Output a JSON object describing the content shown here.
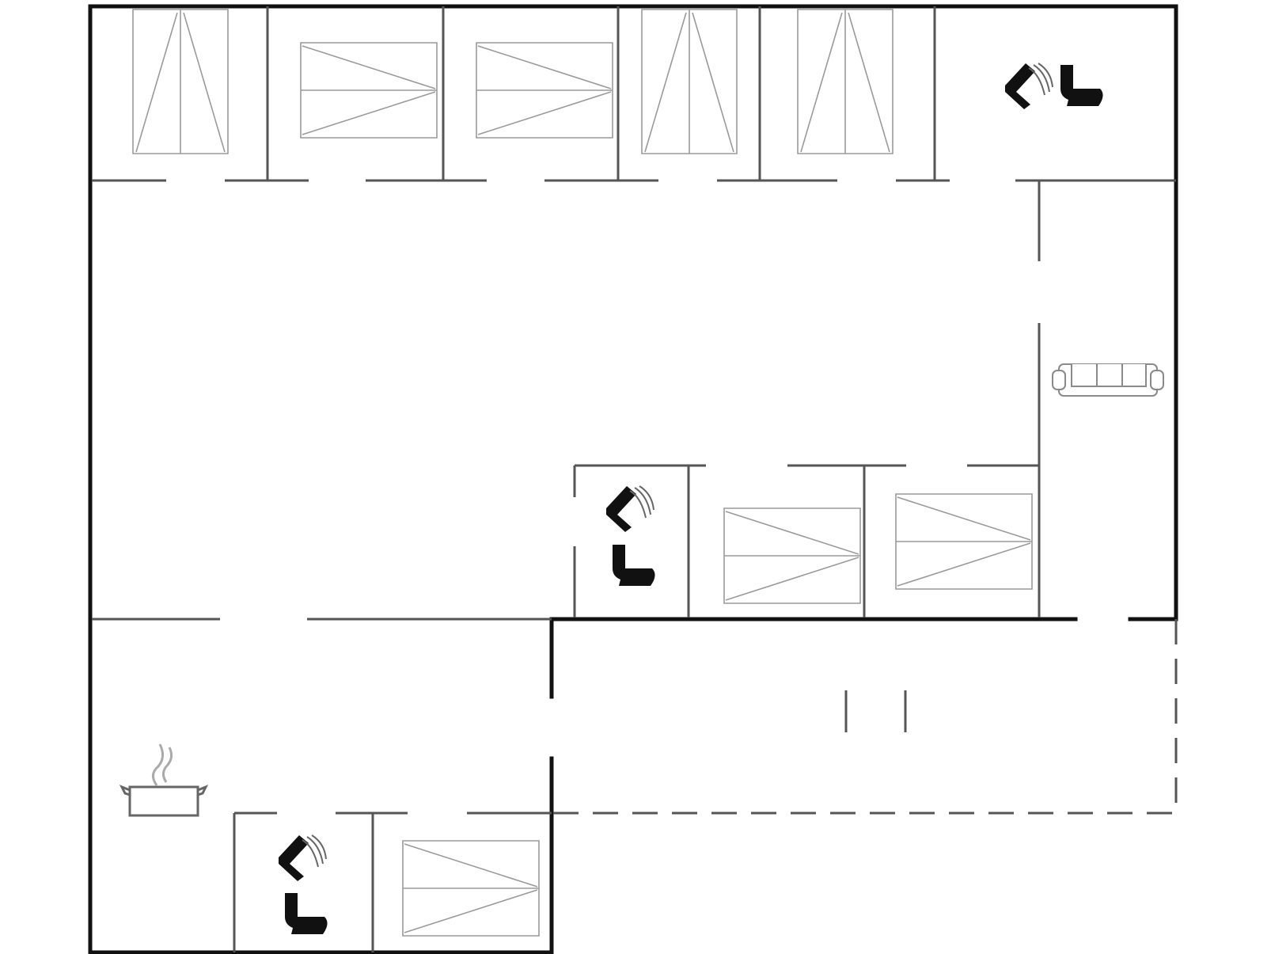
{
  "plan": {
    "rooms": [
      {
        "id": "bedroom-1",
        "fixtures": [
          "bed"
        ]
      },
      {
        "id": "bedroom-2",
        "fixtures": [
          "bed"
        ]
      },
      {
        "id": "bedroom-3",
        "fixtures": [
          "bed"
        ]
      },
      {
        "id": "bedroom-4",
        "fixtures": [
          "bed"
        ]
      },
      {
        "id": "bedroom-5",
        "fixtures": [
          "bed"
        ]
      },
      {
        "id": "bathroom-top",
        "fixtures": [
          "shower",
          "toilet"
        ]
      },
      {
        "id": "living-area",
        "fixtures": [
          "sofa"
        ]
      },
      {
        "id": "bathroom-middle",
        "fixtures": [
          "shower",
          "toilet"
        ]
      },
      {
        "id": "bedroom-6",
        "fixtures": [
          "bed"
        ]
      },
      {
        "id": "bedroom-7",
        "fixtures": [
          "bed"
        ]
      },
      {
        "id": "kitchen",
        "fixtures": [
          "cooking-pot"
        ]
      },
      {
        "id": "bathroom-bottom",
        "fixtures": [
          "shower",
          "toilet"
        ]
      },
      {
        "id": "bedroom-8",
        "fixtures": [
          "bed"
        ]
      },
      {
        "id": "terrace",
        "fixtures": []
      }
    ],
    "icons": [
      "bed-icon",
      "shower-icon",
      "toilet-icon",
      "sofa-icon",
      "cooking-pot-icon"
    ],
    "colors": {
      "wall": "#111111",
      "interior_wall": "#555555",
      "furniture": "#9a9a9a",
      "background": "#ffffff"
    }
  }
}
